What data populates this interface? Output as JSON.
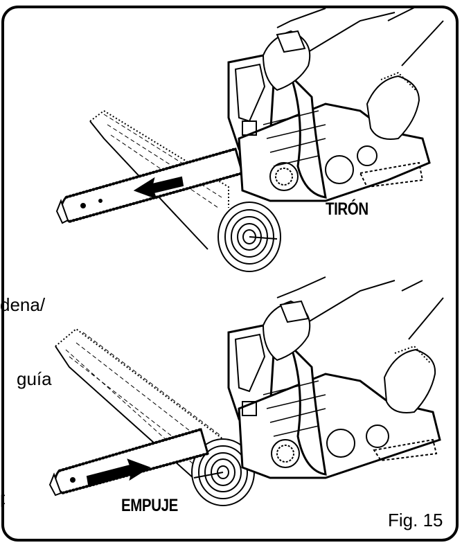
{
  "labels": {
    "pull": "TIRÓN",
    "push": "EMPUJE",
    "figure": "Fig. 15",
    "side_text_1": "dena/",
    "side_text_2": "guía",
    "side_text_3": "p"
  },
  "colors": {
    "ink": "#000000",
    "paper": "#ffffff"
  },
  "icons": {
    "pull_arrow": "arrow-left-icon",
    "push_arrow": "arrow-right-icon"
  }
}
